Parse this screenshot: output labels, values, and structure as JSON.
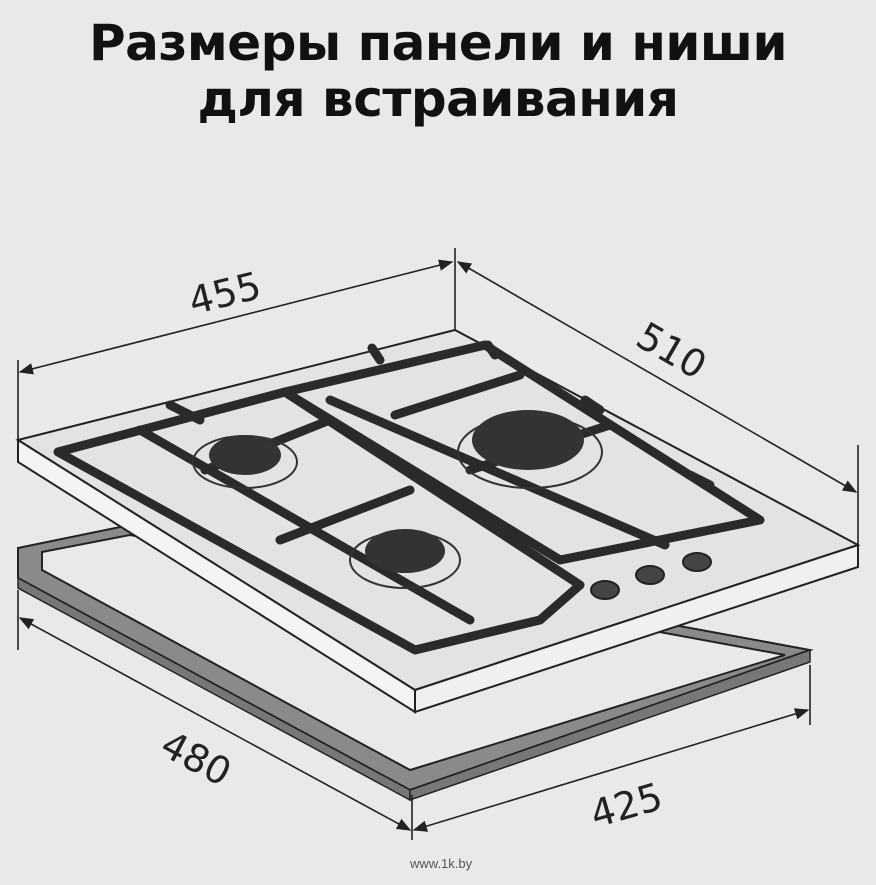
{
  "title": {
    "line1": "Размеры панели и ниши",
    "line2": "для встраивания"
  },
  "dimensions": {
    "panel_width": "455",
    "panel_depth": "510",
    "niche_depth": "480",
    "niche_width": "425"
  },
  "watermark": "www.1k.by"
}
